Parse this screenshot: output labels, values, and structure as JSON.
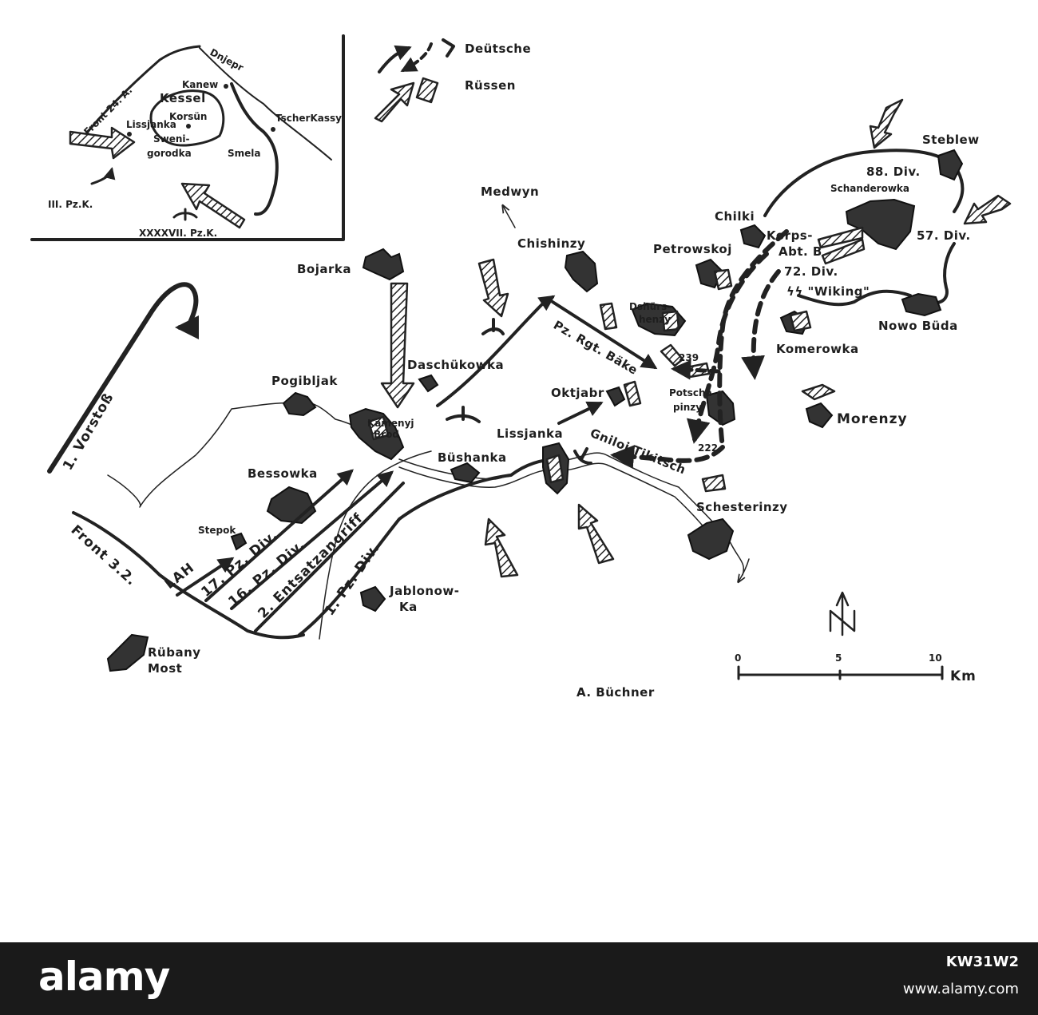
{
  "legend": {
    "german": "Deütsche",
    "russian": "Rüssen"
  },
  "inset": {
    "front_24": "Front 24. A.",
    "dnjepr": "Dnjepr",
    "kessel": "Kessel",
    "kanew": "Kanew",
    "korsun": "Korsün",
    "lissjanka": "Lissjanka",
    "tscherkassy": "TscherKassy",
    "sweni": "Sweni-",
    "gorodka": "gorodka",
    "smela": "Smela",
    "iii_pzk": "III. Pz.K.",
    "xxxxvii_pzk": "XXXXVII. Pz.K."
  },
  "places": {
    "bojarka": "Bojarka",
    "medwyn": "Medwyn",
    "chishinzy": "Chishinzy",
    "daschukowka": "Daschükowka",
    "pogibljak": "Pogibljak",
    "kamenyj_1": "Kamenyj",
    "kamenyj_2": "Brod",
    "bushanka": "Büshanka",
    "lissjanka": "Lissjanka",
    "oktjabr": "Oktjabr",
    "bessowka": "Bessowka",
    "stepok": "Stepok",
    "jablonowka_1": "Jablonow-",
    "jablonowka_2": "Ka",
    "rubany_1": "Rübany",
    "rubany_2": "Most",
    "petrowskoj": "Petrowskoj",
    "dshurshenzy_1": "Dshürs-",
    "dshurshenzy_2": "henzy",
    "chilki": "Chilki",
    "steblew": "Steblew",
    "schanderowka": "Schanderowka",
    "potschapinzy_1": "Potscha",
    "potschapinzy_2": "pinzy",
    "komerowka": "Komerowka",
    "morenzy": "Morenzy",
    "nowo_buda": "Nowo Büda",
    "schesterinzy": "Schesterinzy",
    "gniloi_tikitsch": "Gniloi Tikitsch"
  },
  "units": {
    "vorstoss": "1. Vorstoß",
    "front_32": "Front 3.2.",
    "lah": "LAH",
    "pzdiv17": "17. Pz. Div.",
    "pzdiv16": "16. Pz. Div.",
    "entsatz": "2. Entsatzangriff",
    "pzdiv1": "1. Pz. Div.",
    "pz_rgt_baeke": "Pz. Rgt. Bäke",
    "div88": "88. Div.",
    "div57": "57. Div.",
    "korps_1": "Korps-",
    "korps_2": "Abt. B",
    "div72": "72. Div.",
    "wiking": "ϟϟ \"Wiking\"",
    "h239": "239",
    "h222": "222"
  },
  "scale": {
    "t0": "0",
    "t5": "5",
    "t10": "10",
    "unit": "Km"
  },
  "author": "A. Büchner",
  "footer": {
    "wordmark": "alamy",
    "image_id": "KW31W2",
    "url": "www.alamy.com"
  },
  "colors": {
    "ink": "#222222",
    "paper": "#ffffff",
    "footer_bg": "#1a1a1a"
  }
}
